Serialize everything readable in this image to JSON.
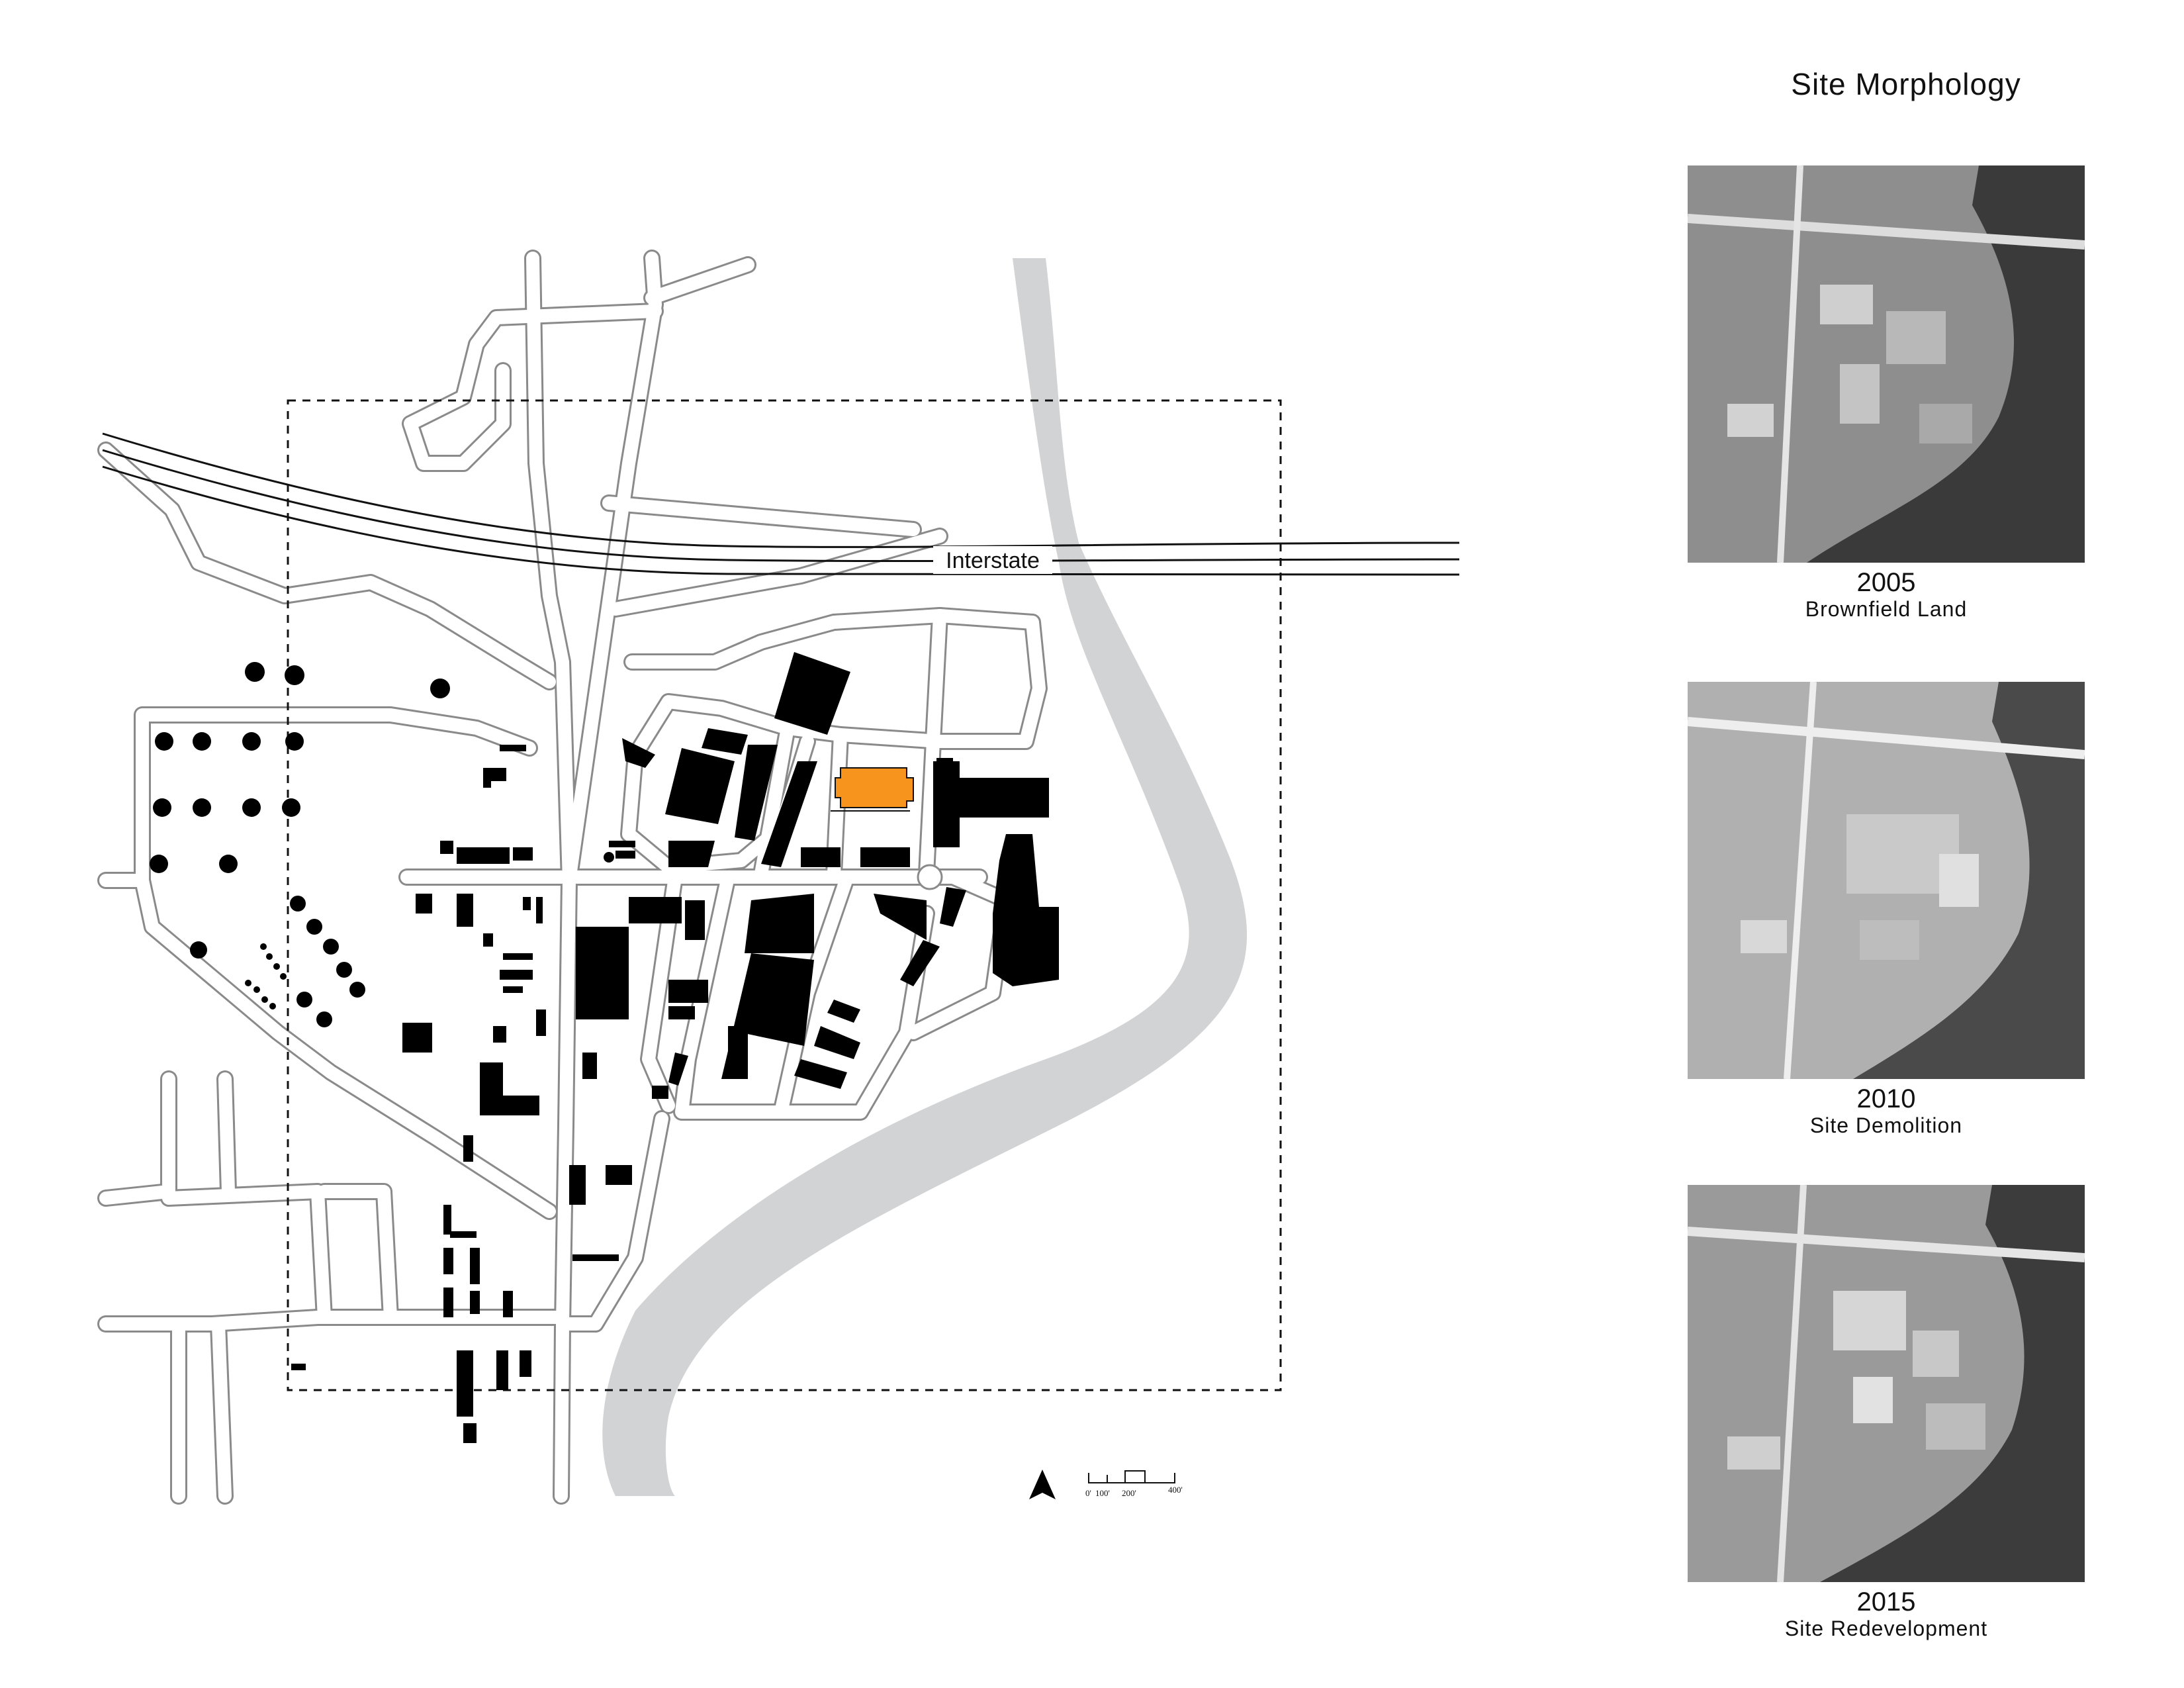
{
  "title": "Site Morphology",
  "map": {
    "interstate_label": "Interstate",
    "north_arrow": "north-arrow-icon",
    "scale_labels": [
      "0'",
      "100'",
      "200'",
      "400'"
    ],
    "colors": {
      "river": "#d2d3d5",
      "building": "#000000",
      "highlight": "#f7941d",
      "road": "#8a8a8a"
    }
  },
  "timeline": [
    {
      "year": "2005",
      "caption": "Brownfield Land"
    },
    {
      "year": "2010",
      "caption": "Site Demolition"
    },
    {
      "year": "2015",
      "caption": "Site Redevelopment"
    }
  ]
}
